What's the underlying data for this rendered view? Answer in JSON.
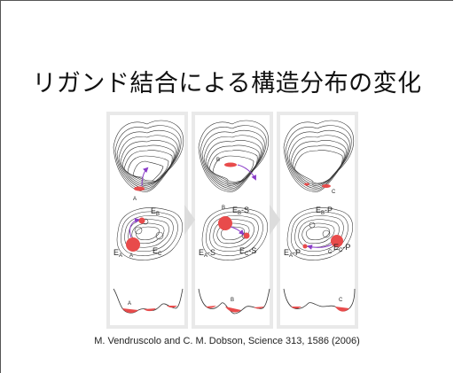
{
  "slide": {
    "title": "リガンド結合による構造分布の変化",
    "citation": "M. Vendruscolo and C. M. Dobson, Science 313, 1586 (2006)"
  },
  "panels": [
    {
      "surface_label": "A",
      "map_labels": {
        "top": "E",
        "top_sub": "B",
        "left": "E",
        "left_sub": "A",
        "left_extra": "A",
        "right": "E",
        "right_sub": "C"
      },
      "profile_label": "A"
    },
    {
      "surface_label": "B",
      "map_labels": {
        "top_prefix": "B",
        "top": "E",
        "top_sub": "B",
        "top_suffix": "-S",
        "left": "E",
        "left_sub": "A",
        "left_suffix": "-S",
        "right": "E",
        "right_sub": "C",
        "right_suffix": "-S"
      },
      "profile_label": "B"
    },
    {
      "surface_label": "C",
      "map_labels": {
        "top": "E",
        "top_sub": "B",
        "top_suffix": "-P",
        "left": "E",
        "left_sub": "A",
        "left_suffix": "-P",
        "right_prefix": "C",
        "right": "E",
        "right_sub": "C",
        "right_suffix": "-P"
      },
      "profile_label": "C"
    }
  ],
  "colors": {
    "basin": "#e84b4b",
    "arrow": "#8a3cc8",
    "contour": "#333333"
  }
}
